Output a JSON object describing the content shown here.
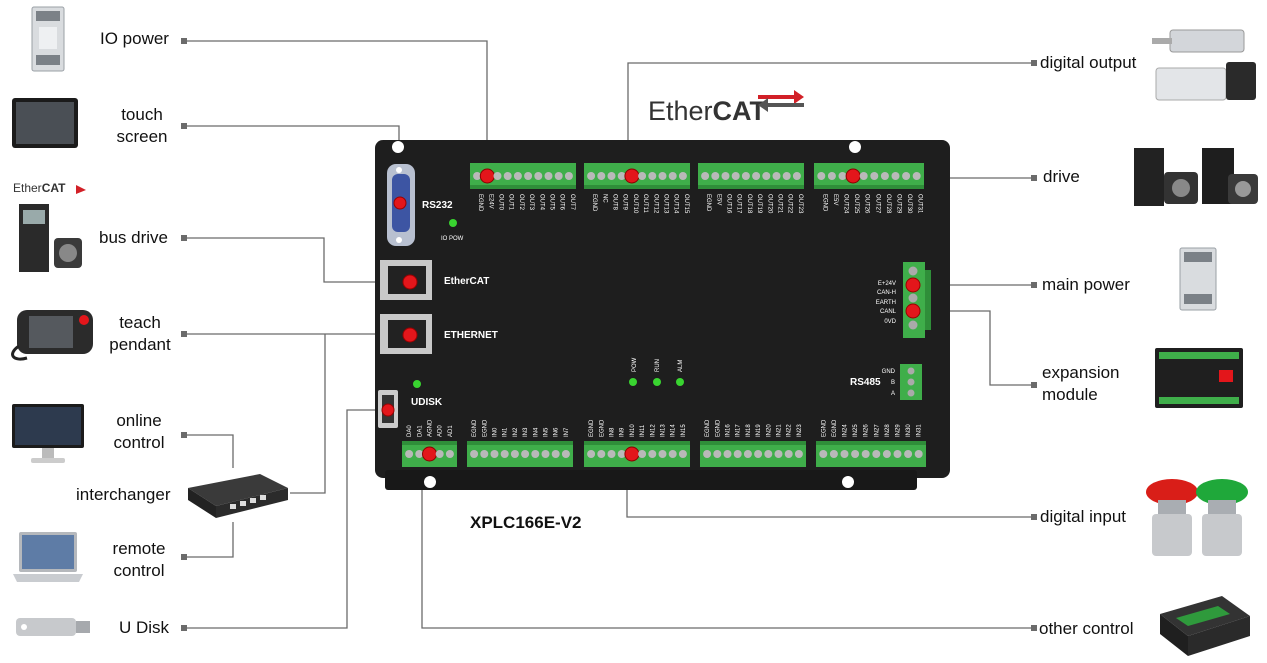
{
  "diagram": {
    "brand_logo": {
      "text_ether": "Ether",
      "text_cat": "CAT",
      "accent_color": "#d22027",
      "text_color": "#333333"
    },
    "model_name": "XPLC166E-V2",
    "left_labels": {
      "io_power": "IO power",
      "touch_screen_1": "touch",
      "touch_screen_2": "screen",
      "bus_drive": "bus drive",
      "teach_pendant_1": "teach",
      "teach_pendant_2": "pendant",
      "online_control_1": "online",
      "online_control_2": "control",
      "interchanger": "interchanger",
      "remote_control_1": "remote",
      "remote_control_2": "control",
      "u_disk": "U Disk"
    },
    "right_labels": {
      "digital_output": "digital output",
      "drive": "drive",
      "main_power": "main power",
      "expansion_module_1": "expansion",
      "expansion_module_2": "module",
      "digital_input": "digital input",
      "other_control": "other control"
    },
    "board": {
      "rs232": "RS232",
      "io_pow": "IO POW",
      "ethercat_port": "EtherCAT",
      "ethernet_port": "ETHERNET",
      "udisk": "UDISK",
      "rs485": "RS485",
      "led_pow": "POW",
      "led_run": "RUN",
      "led_alm": "ALM",
      "power_pins": [
        "E+24V",
        "CAN-H",
        "EARTH",
        "CANL",
        "0VD"
      ],
      "rs485_pins": [
        "GND",
        "B",
        "A"
      ],
      "top_block_1": [
        "EGND",
        "E24V",
        "OUT0",
        "OUT1",
        "OUT2",
        "OUT3",
        "OUT4",
        "OUT5",
        "OUT6",
        "OUT7"
      ],
      "top_block_2": [
        "EGND",
        "NC",
        "OUT8",
        "OUT9",
        "OUT10",
        "OUT11",
        "OUT12",
        "OUT13",
        "OUT14",
        "OUT15"
      ],
      "top_block_3": [
        "EGND",
        "E5V",
        "OUT16",
        "OUT17",
        "OUT18",
        "OUT19",
        "OUT20",
        "OUT21",
        "OUT22",
        "OUT23"
      ],
      "top_block_4": [
        "EGND",
        "E5V",
        "OUT24",
        "OUT25",
        "OUT26",
        "OUT27",
        "OUT28",
        "OUT29",
        "OUT30",
        "OUT31"
      ],
      "bot_block_1": [
        "DA0",
        "DA1",
        "AGND",
        "AD0",
        "AD1"
      ],
      "bot_block_2": [
        "EGND",
        "EGND",
        "IN0",
        "IN1",
        "IN2",
        "IN3",
        "IN4",
        "IN5",
        "IN6",
        "IN7"
      ],
      "bot_block_3": [
        "EGND",
        "EGND",
        "IN8",
        "IN9",
        "IN10",
        "IN11",
        "IN12",
        "IN13",
        "IN14",
        "IN15"
      ],
      "bot_block_4": [
        "EGND",
        "EGND",
        "IN16",
        "IN17",
        "IN18",
        "IN19",
        "IN20",
        "IN21",
        "IN22",
        "IN23"
      ],
      "bot_block_5": [
        "EGND",
        "EGND",
        "IN24",
        "IN25",
        "IN26",
        "IN27",
        "IN28",
        "IN29",
        "IN30",
        "IN31"
      ]
    },
    "device_logo": {
      "text_ether": "Ether",
      "text_cat": "CAT"
    },
    "colors": {
      "board": "#1e1e1e",
      "terminal": "#3fae4a",
      "connector_line": "#666666",
      "red_marker": "#e3161b",
      "led": "#39d430"
    }
  }
}
